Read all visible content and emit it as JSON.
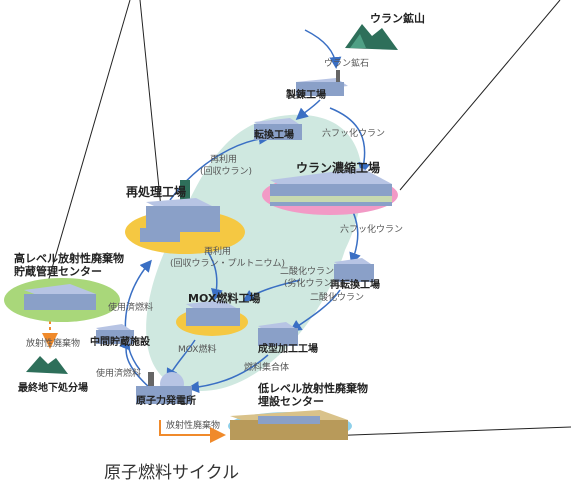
{
  "facilities": {
    "uranium_mine": "ウラン鉱山",
    "refinery": "製錬工場",
    "conversion": "転換工場",
    "enrichment": "ウラン濃縮工場",
    "reconversion": "再転換工場",
    "fuel_fabrication": "成型加工工場",
    "power_plant": "原子力発電所",
    "reprocessing": "再処理工場",
    "mox_plant": "MOX燃料工場",
    "interim_storage": "中間貯蔵施設",
    "hlw_storage_line1": "高レベル放射性廃棄物",
    "hlw_storage_line2": "貯蔵管理センター",
    "llw_disposal_line1": "低レベル放射性廃棄物",
    "llw_disposal_line2": "埋設センター",
    "final_disposal": "最終地下処分場"
  },
  "flows": {
    "uranium_ore": "ウラン鉱石",
    "uf6_1": "六フッ化ウラン",
    "uf6_2": "六フッ化ウラン",
    "uo2": "二酸化ウラン",
    "fuel_assembly": "燃料集合体",
    "recycle_uranium_1": "再利用",
    "recycle_uranium_2": "(回収ウラン)",
    "recycle_pu_1": "再利用",
    "recycle_pu_2": "(回収ウラン・プルトニウム)",
    "uf6_degraded_1": "二酸化ウラン",
    "uf6_degraded_2": "(劣化ウラン)",
    "spent_fuel_1": "使用済燃料",
    "spent_fuel_2": "使用済燃料",
    "mox_fuel": "MOX燃料",
    "radioactive_waste_1": "放射性廃棄物",
    "radioactive_waste_2": "放射性廃棄物"
  },
  "caption": "原子燃料サイクル",
  "colors": {
    "cycle_fill": "#cfe8e0",
    "enrichment_pad": "#f29ac6",
    "reprocessing_pad": "#f5c842",
    "mox_pad": "#f5c842",
    "hlw_pad": "#a9d77a",
    "llw_pad": "#8ed0ea",
    "arrow": "#3a6fc4",
    "waste_arrow": "#f08a2b",
    "building": "#8aa0c8",
    "roof": "#b7c4e4"
  }
}
